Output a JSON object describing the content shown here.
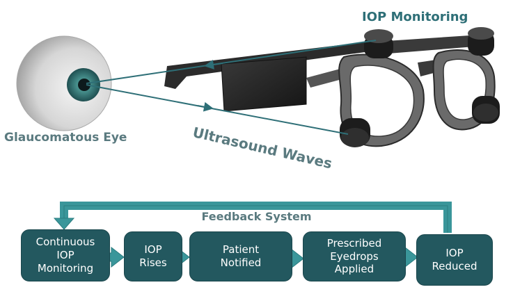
{
  "labels": {
    "iop_monitoring": "IOP Monitoring",
    "glaucomatous_eye": "Glaucomatous Eye",
    "ultrasound_waves": "Ultrasound Waves",
    "feedback_system": "Feedback System"
  },
  "flow": {
    "steps": [
      "Continuous\nIOP\nMonitoring",
      "IOP\nRises",
      "Patient\nNotified",
      "Prescribed\nEyedrops\nApplied",
      "IOP\nReduced"
    ]
  },
  "colors": {
    "box_fill": "#23585f",
    "arrow_fill": "#3a969a",
    "heading_teal": "#2e6f77",
    "heading_gray": "#5a7a7f",
    "iris": "#2f6c6c"
  }
}
